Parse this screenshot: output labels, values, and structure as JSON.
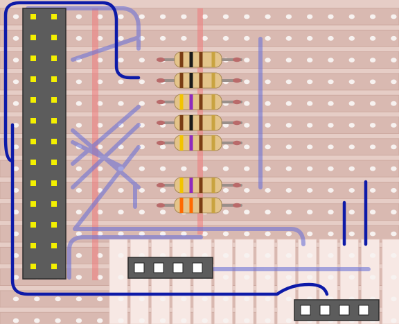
{
  "board": {
    "type": "stripboard",
    "strip_count": 15,
    "hole_columns": 19,
    "colors": {
      "board": "#e6cdc6",
      "strip": "#d9b9b1",
      "strip_edge": "#caa59c",
      "hole": "#f7f2f0",
      "pale_strip": "#f7e8e4",
      "wire_dark": "#0d1aa8",
      "wire_faded": "#6d73d6",
      "cut_line": "#ef7c7c",
      "header_body": "#5c5c5c",
      "header_pin": "#f4f000",
      "resistor_body": "#e4c48a"
    }
  },
  "components": {
    "main_header": {
      "rows": 13,
      "cols": 2,
      "pin_color": "yellow"
    },
    "pin_header_a": {
      "pins": 4
    },
    "pin_header_b": {
      "pins": 4
    },
    "resistors": [
      {
        "bands": [
          "brown",
          "black",
          "brown",
          "gold"
        ]
      },
      {
        "bands": [
          "brown",
          "black",
          "brown",
          "gold"
        ]
      },
      {
        "bands": [
          "yellow",
          "purple",
          "brown",
          "gold"
        ]
      },
      {
        "bands": [
          "brown",
          "black",
          "brown",
          "gold"
        ]
      },
      {
        "bands": [
          "yellow",
          "purple",
          "brown",
          "gold"
        ]
      },
      {
        "bands": [
          "yellow",
          "purple",
          "brown",
          "gold"
        ]
      },
      {
        "bands": [
          "orange",
          "orange",
          "brown",
          "gold"
        ]
      }
    ]
  }
}
